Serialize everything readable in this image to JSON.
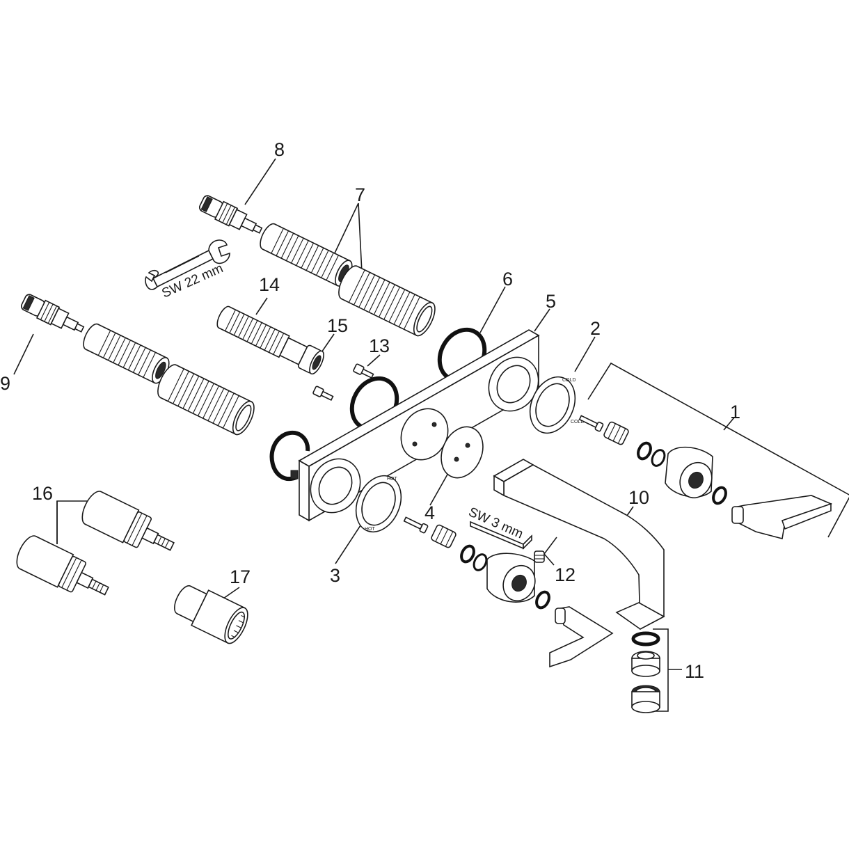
{
  "diagram": {
    "part_numbers": [
      {
        "key": "p1",
        "text": "1"
      },
      {
        "key": "p2",
        "text": "2"
      },
      {
        "key": "p3",
        "text": "3"
      },
      {
        "key": "p4",
        "text": "4"
      },
      {
        "key": "p5",
        "text": "5"
      },
      {
        "key": "p6",
        "text": "6"
      },
      {
        "key": "p7",
        "text": "7"
      },
      {
        "key": "p8",
        "text": "8"
      },
      {
        "key": "p9",
        "text": "9"
      },
      {
        "key": "p10",
        "text": "10"
      },
      {
        "key": "p11",
        "text": "11"
      },
      {
        "key": "p12",
        "text": "12"
      },
      {
        "key": "p13",
        "text": "13"
      },
      {
        "key": "p14",
        "text": "14"
      },
      {
        "key": "p15",
        "text": "15"
      },
      {
        "key": "p16",
        "text": "16"
      },
      {
        "key": "p17",
        "text": "17"
      }
    ],
    "tools": {
      "wrench_label": "SW 22 mm",
      "hex_key_label": "SW 3 mm"
    },
    "rosette_marks": {
      "cold": "COLD",
      "hot": "HOT"
    }
  }
}
